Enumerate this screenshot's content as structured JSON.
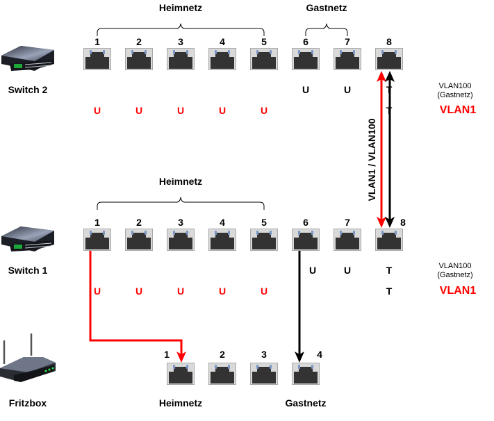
{
  "devices": {
    "switch2": {
      "label": "Switch 2",
      "icon": "network-switch-icon",
      "group_labels": {
        "home": "Heimnetz",
        "guest": "Gastnetz"
      },
      "ports": [
        "1",
        "2",
        "3",
        "4",
        "5",
        "6",
        "7",
        "8"
      ],
      "vlan100_row": [
        "",
        "",
        "",
        "",
        "",
        "U",
        "U",
        "T"
      ],
      "vlan1_row": [
        "U",
        "U",
        "U",
        "U",
        "U",
        "",
        "",
        "T"
      ]
    },
    "switch1": {
      "label": "Switch 1",
      "icon": "network-switch-icon",
      "group_labels": {
        "home": "Heimnetz"
      },
      "ports": [
        "1",
        "2",
        "3",
        "4",
        "5",
        "6",
        "7",
        "8"
      ],
      "vlan100_row": [
        "",
        "",
        "",
        "",
        "",
        "U",
        "U",
        "T"
      ],
      "vlan1_row": [
        "U",
        "U",
        "U",
        "U",
        "U",
        "",
        "",
        "T"
      ]
    },
    "fritzbox": {
      "label": "Fritzbox",
      "icon": "router-icon",
      "ports": [
        "1",
        "2",
        "3",
        "4"
      ],
      "group_labels": {
        "home": "Heimnetz",
        "guest": "Gastnetz"
      }
    }
  },
  "legend": {
    "vlan100_line1": "VLAN100",
    "vlan100_line2": "(Gastnetz)",
    "vlan1": "VLAN1"
  },
  "trunk_label": "VLAN1 / VLAN100",
  "colors": {
    "vlan1": "#ff0000",
    "vlan100": "#000000",
    "port_frame": "#d9d9d9",
    "port_body": "#333333",
    "port_led": "#7a95c4"
  },
  "connections": [
    {
      "from": "switch1.port1",
      "to": "fritzbox.port1",
      "vlan": "VLAN1",
      "color": "red"
    },
    {
      "from": "switch1.port6",
      "to": "fritzbox.port4",
      "vlan": "VLAN100",
      "color": "black"
    },
    {
      "from": "switch1.port8",
      "to": "switch2.port8",
      "vlan": "VLAN1",
      "color": "red",
      "bidirectional": true
    },
    {
      "from": "switch1.port8",
      "to": "switch2.port8",
      "vlan": "VLAN100",
      "color": "black",
      "bidirectional": true
    }
  ]
}
